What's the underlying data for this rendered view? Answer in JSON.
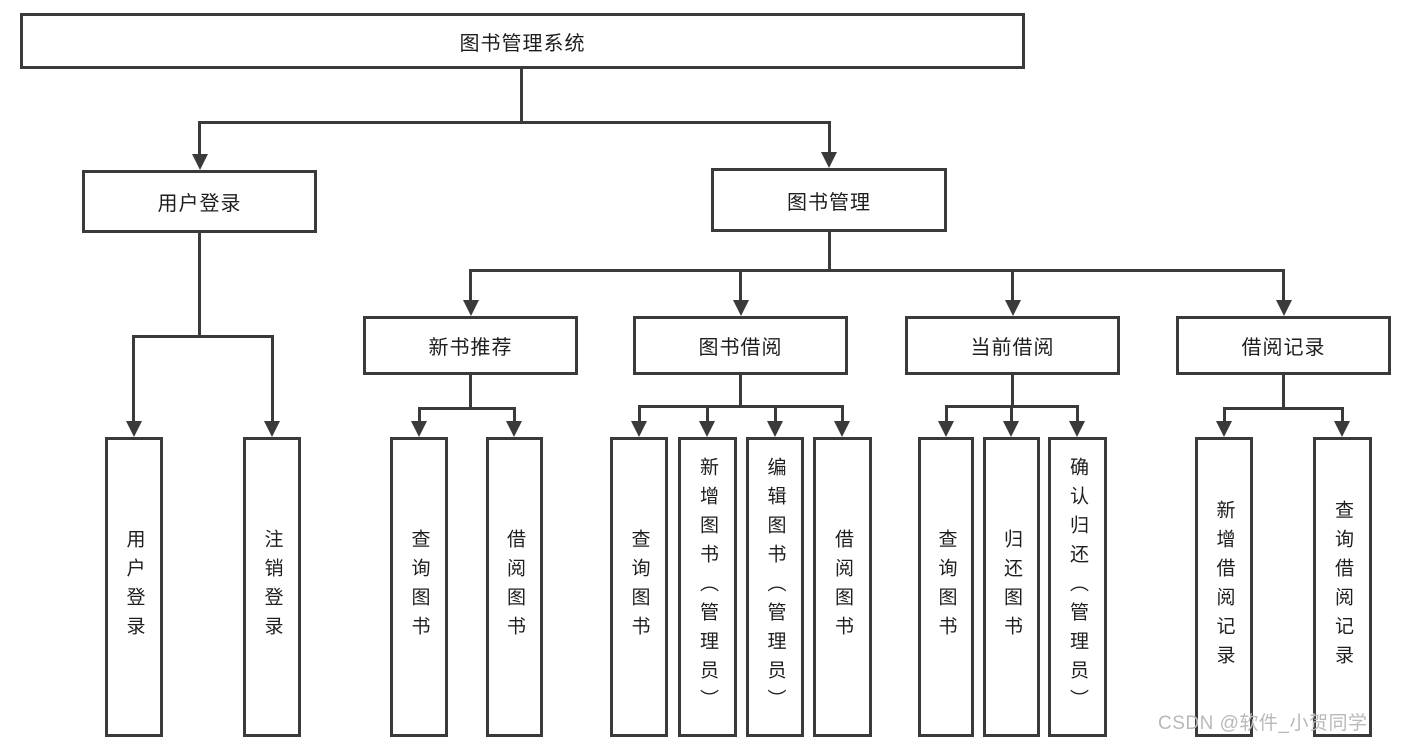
{
  "diagram": {
    "root": "图书管理系统",
    "level2": {
      "login": "用户登录",
      "manage": "图书管理"
    },
    "level3": {
      "recommend": "新书推荐",
      "borrow": "图书借阅",
      "current": "当前借阅",
      "records": "借阅记录"
    },
    "leaves": {
      "user_login": "用户登录",
      "logout": "注销登录",
      "rec_query": "查询图书",
      "rec_borrow": "借阅图书",
      "bor_query": "查询图书",
      "bor_add": "新增图书（管理员）",
      "bor_edit": "编辑图书（管理员）",
      "bor_borrow": "借阅图书",
      "cur_query": "查询图书",
      "cur_return": "归还图书",
      "cur_confirm": "确认归还（管理员）",
      "rec2_add": "新增借阅记录",
      "rec2_query": "查询借阅记录"
    }
  },
  "watermark": {
    "text": "CSDN @软件_小贺同学"
  },
  "colors": {
    "line": "#3a3a3a",
    "text": "#1e1e1e",
    "watermark": "#b9b9b9",
    "background": "#ffffff"
  }
}
